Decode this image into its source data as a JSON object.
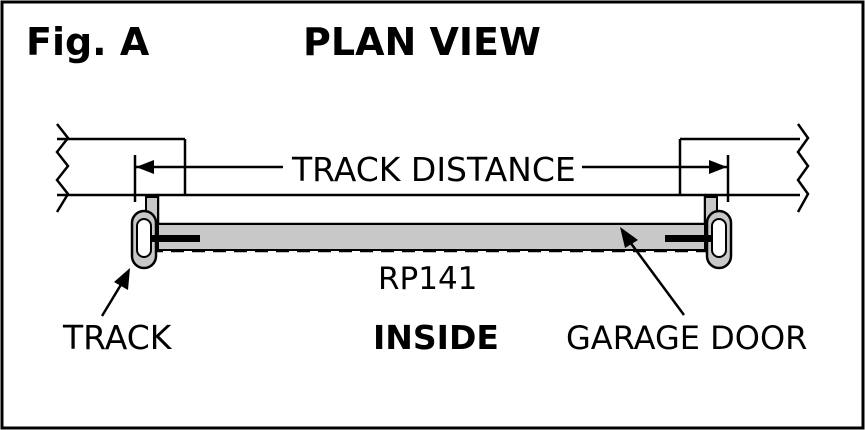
{
  "figure": {
    "label": "Fig. A",
    "title": "PLAN VIEW"
  },
  "labels": {
    "track_distance": "TRACK DISTANCE",
    "part_number": "RP141",
    "track": "TRACK",
    "inside": "INSIDE",
    "garage_door": "GARAGE DOOR"
  },
  "colors": {
    "line": "#000000",
    "fill_gray": "#c8c8c8",
    "background": "#ffffff"
  }
}
